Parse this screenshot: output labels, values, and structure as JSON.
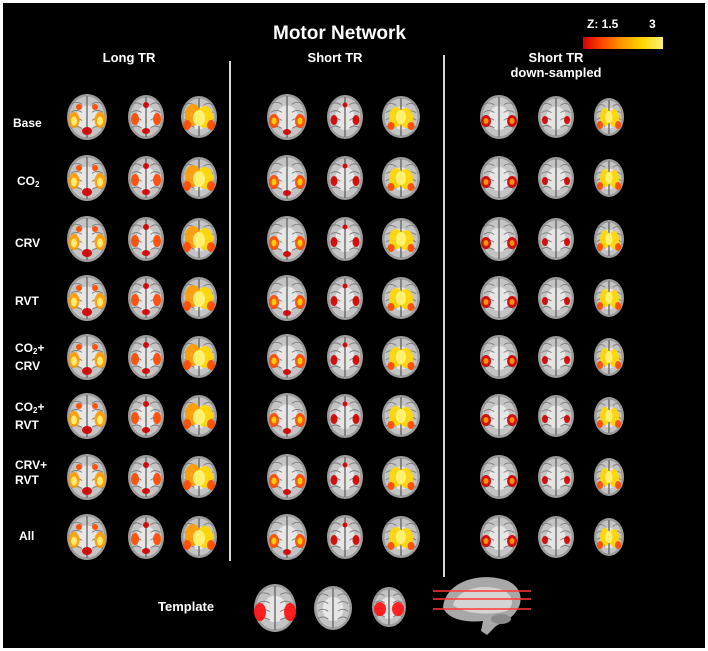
{
  "figure": {
    "title": "Motor Network",
    "colorbar": {
      "label": "Z: 1.5",
      "max": "3",
      "min_value": 1.5,
      "max_value": 3,
      "colors": [
        "#d40000",
        "#ff4a00",
        "#ff9c00",
        "#ffd700",
        "#fff37a"
      ]
    },
    "columns": [
      {
        "label": "Long TR"
      },
      {
        "label": "Short TR"
      },
      {
        "label_line1": "Short TR",
        "label_line2": "down-sampled"
      }
    ],
    "rows": [
      {
        "label": "Base"
      },
      {
        "main": "CO",
        "sub": "2"
      },
      {
        "label": "CRV"
      },
      {
        "label": "RVT"
      },
      {
        "line1": "CO",
        "sub": "2",
        "suffix": "+",
        "line2": "CRV"
      },
      {
        "line1": "CO",
        "sub": "2",
        "suffix": "+",
        "line2": "RVT"
      },
      {
        "line1": "CRV+",
        "line2": "RVT"
      },
      {
        "label": "All"
      }
    ],
    "template": {
      "label": "Template"
    }
  }
}
